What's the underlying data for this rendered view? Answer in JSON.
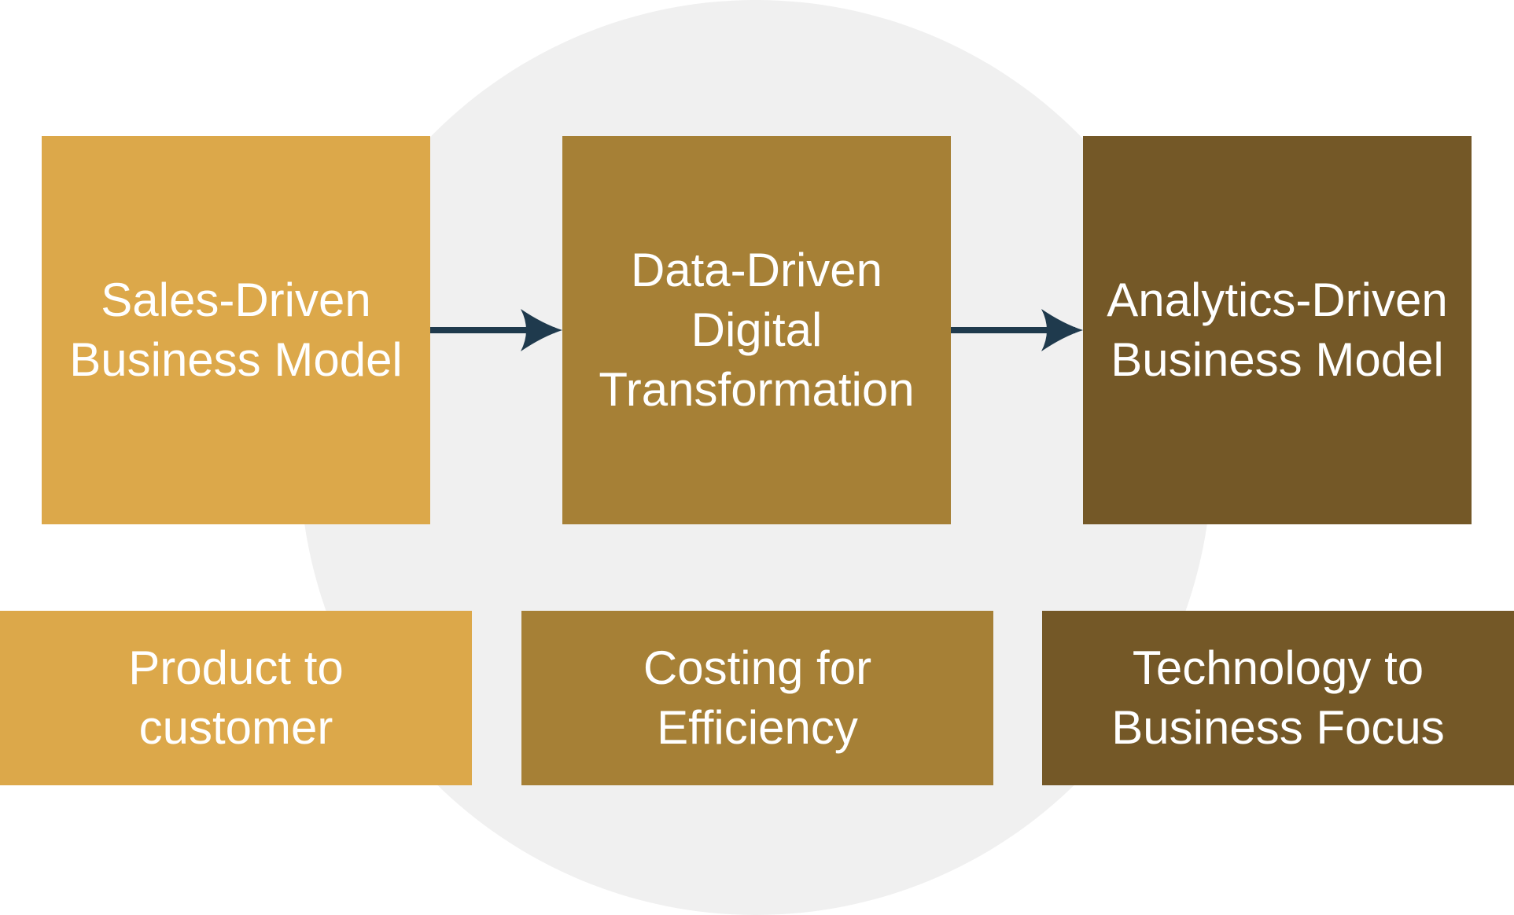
{
  "colors": {
    "stage_1": "#dca84a",
    "stage_2": "#a68036",
    "stage_3": "#745827",
    "arrow": "#1f3a4d",
    "background_circle": "#f0f0f0"
  },
  "stages": [
    {
      "label": "Sales-Driven\nBusiness Model"
    },
    {
      "label": "Data-Driven\nDigital\nTransformation"
    },
    {
      "label": "Analytics-Driven\nBusiness Model"
    }
  ],
  "focus": [
    {
      "label": "Product to\ncustomer"
    },
    {
      "label": "Costing for\nEfficiency"
    },
    {
      "label": "Technology to\nBusiness Focus"
    }
  ]
}
